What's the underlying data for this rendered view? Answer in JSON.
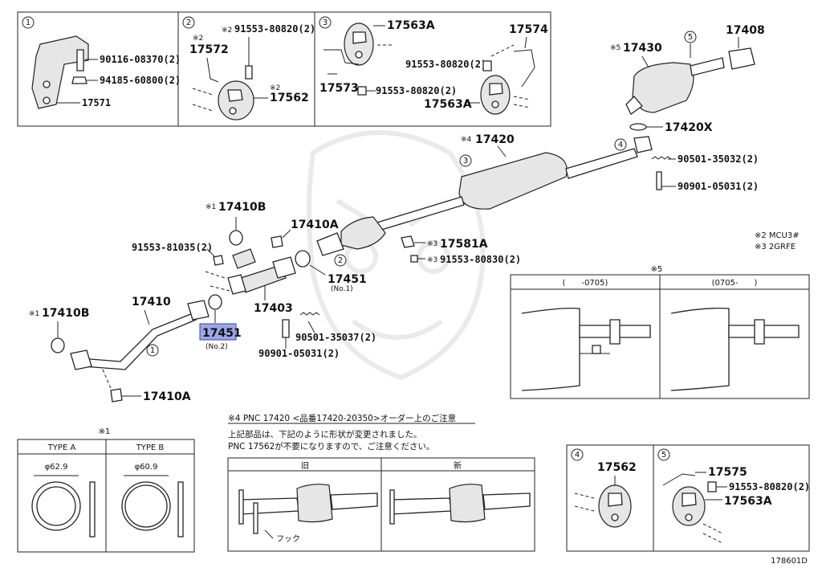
{
  "callouts": {
    "c1": "1",
    "c2": "2",
    "c3": "3",
    "c4": "4",
    "c5": "5"
  },
  "parts": {
    "p90116": "90116-08370(2)",
    "p94185": "94185-60800(2)",
    "p17571": "17571",
    "p91553_80820_a": "91553-80820(2)",
    "p17572": "17572",
    "p17562_top": "17562",
    "p17563A_top": "17563A",
    "p17574": "17574",
    "p91553_80820_b": "91553-80820(2)",
    "p17573": "17573",
    "p91553_80820_c": "91553-80820(2)",
    "p17563A_mid": "17563A",
    "p17430": "17430",
    "p17408": "17408",
    "p17420X": "17420X",
    "p17420": "17420",
    "p90501_35032": "90501-35032(2)",
    "p90901_05031_a": "90901-05031(2)",
    "p17410B_a": "17410B",
    "p17410A_a": "17410A",
    "p91553_81035": "91553-81035(2)",
    "p17581A": "17581A",
    "p91553_80830": "91553-80830(2)",
    "p17451_no1": "17451",
    "no1": "(No.1)",
    "p17410": "17410",
    "p17403": "17403",
    "p17410B_b": "17410B",
    "p17451_no2": "17451",
    "no2": "(No.2)",
    "p90501_35037": "90501-35037(2)",
    "p90901_05031_b": "90901-05031(2)",
    "p17410A_b": "17410A",
    "p17562_bot": "17562",
    "p17575": "17575",
    "p91553_80820_d": "91553-80820(2)",
    "p17563A_bot": "17563A"
  },
  "marks": {
    "m2a": "※2",
    "m2b": "※2",
    "m2c": "※2",
    "m5": "※5",
    "m4": "※4",
    "m1a": "※1",
    "m1b": "※1",
    "m3a": "※3",
    "m3b": "※3"
  },
  "legend": {
    "l2": "※2 MCU3#",
    "l3": "※3 2GRFE"
  },
  "box5": {
    "title": "※5",
    "col1": "(　　-0705)",
    "col2": "(0705-　　)"
  },
  "box1": {
    "title": "※1",
    "typeA": "TYPE A",
    "typeB": "TYPE B",
    "dimA": "φ62.9",
    "dimB": "φ60.9"
  },
  "note4": {
    "line1": "※4 PNC 17420 <品番17420-20350>オーダー上のご注意",
    "line2": "上記部品は、下記のように形状が変更されました。",
    "line3": "PNC 17562が不要になりますので、ご注意ください。",
    "old": "旧",
    "new": "新",
    "hook": "フック"
  },
  "figure_id": "178601D"
}
